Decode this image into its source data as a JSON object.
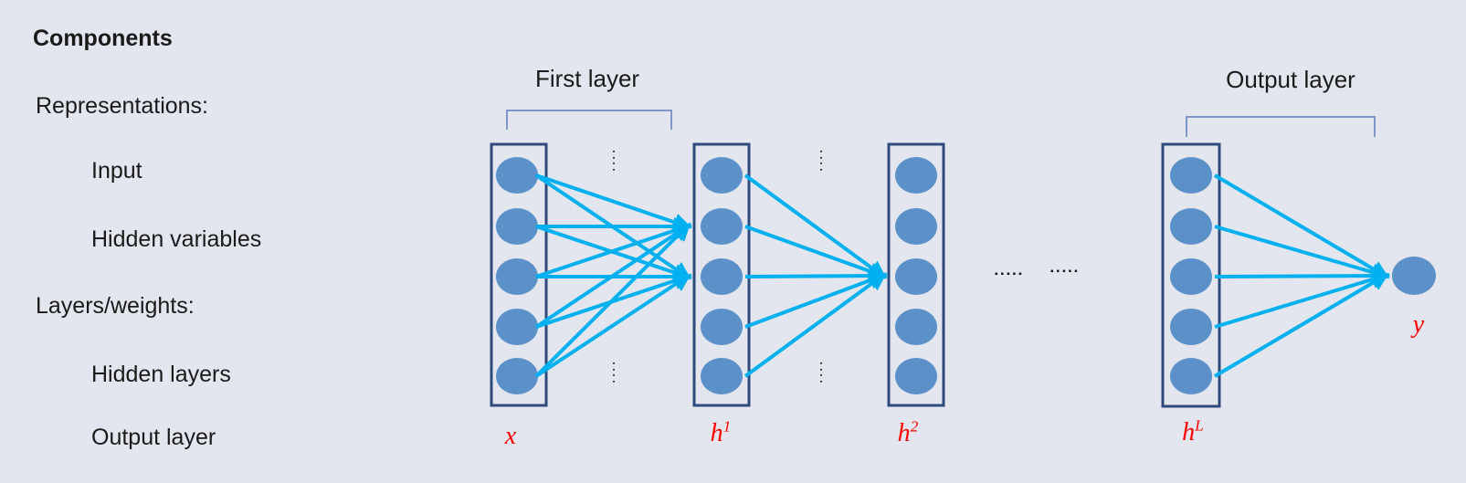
{
  "left_panel": {
    "title": "Components",
    "items": [
      {
        "label": "Representations:"
      },
      {
        "label": "Input"
      },
      {
        "label": "Hidden variables"
      },
      {
        "label": "Layers/weights:"
      },
      {
        "label": "Hidden layers"
      },
      {
        "label": "Output layer"
      }
    ]
  },
  "diagram": {
    "first_layer_bracket_label": "First layer",
    "output_layer_bracket_label": "Output layer",
    "layer_labels": {
      "input": {
        "base": "x",
        "sup": ""
      },
      "h1": {
        "base": "h",
        "sup": "1"
      },
      "h2": {
        "base": "h",
        "sup": "2"
      },
      "hL": {
        "base": "h",
        "sup": "L"
      }
    },
    "output_node_label": "y",
    "nodes_per_column": 5,
    "ellipsis_vertical": "▪\n▪\n▪\n▪",
    "ellipsis_horizontal": "▪▪▪▪▪",
    "colors": {
      "background": "#e3e6ee",
      "node_fill": "#5b90c9",
      "frame_stroke": "#2c4a7c",
      "arrow": "#00b0f0",
      "bracket": "#8096c8",
      "label_red": "#fe0000"
    }
  }
}
